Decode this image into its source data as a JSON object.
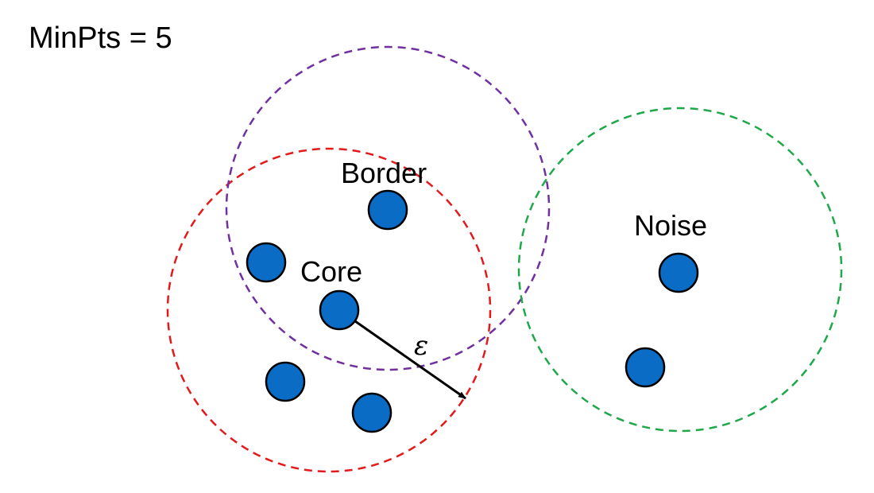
{
  "param_label": "MinPts = 5",
  "labels": {
    "border": "Border",
    "core": "Core",
    "noise": "Noise",
    "epsilon": "ε"
  },
  "colors": {
    "point_fill": "#0a6cc5",
    "point_stroke": "#000000",
    "circle_core": "#e31a1c",
    "circle_border": "#7030a0",
    "circle_noise": "#1fa84a",
    "arrow": "#000000"
  }
}
